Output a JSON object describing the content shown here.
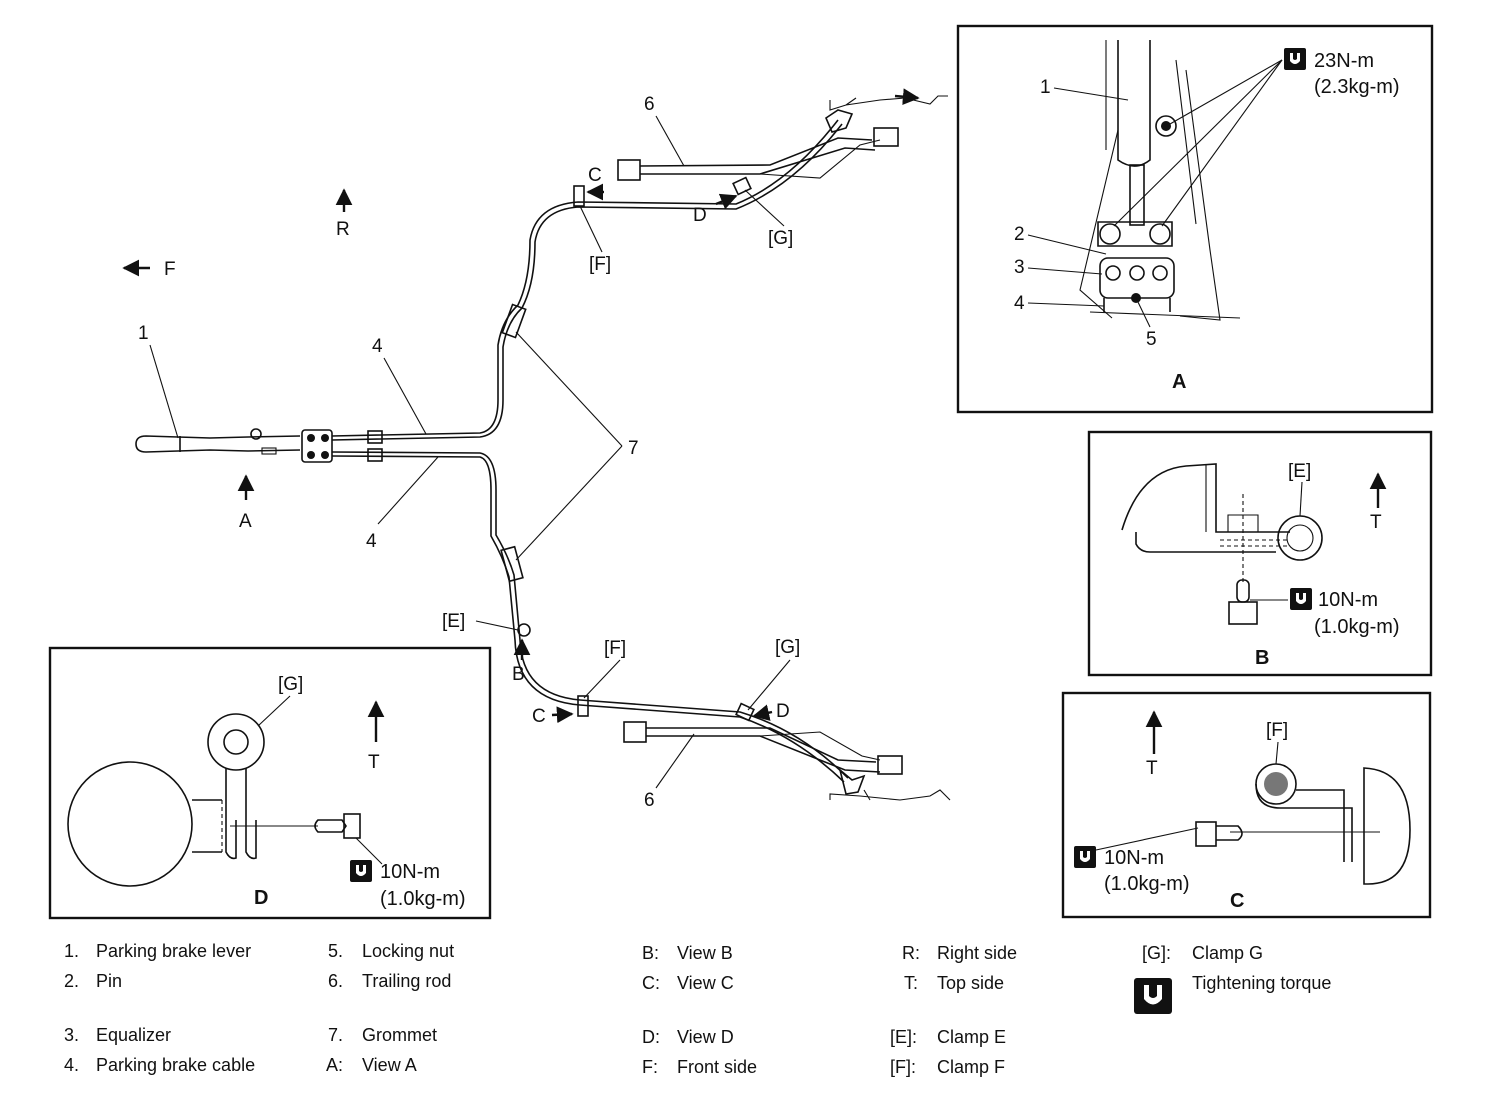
{
  "labels": {
    "n1": "1",
    "n2": "2",
    "n3": "3",
    "n4": "4",
    "n5": "5",
    "n6": "6",
    "n7": "7",
    "A": "A",
    "B": "B",
    "C": "C",
    "D": "D",
    "E": "[E]",
    "F": "[F]",
    "G": "[G]",
    "R": "R",
    "Fdir": "F",
    "T": "T"
  },
  "torques": {
    "a_nm": "23N-m",
    "a_kgm": "(2.3kg-m)",
    "b_nm": "10N-m",
    "b_kgm": "(1.0kg-m)",
    "c_nm": "10N-m",
    "c_kgm": "(1.0kg-m)",
    "d_nm": "10N-m",
    "d_kgm": "(1.0kg-m)"
  },
  "legend": [
    {
      "key": "1.",
      "value": "Parking brake lever"
    },
    {
      "key": "2.",
      "value": "Pin"
    },
    {
      "key": "3.",
      "value": "Equalizer"
    },
    {
      "key": "4.",
      "value": "Parking brake cable"
    },
    {
      "key": "5.",
      "value": "Locking nut"
    },
    {
      "key": "6.",
      "value": "Trailing rod"
    },
    {
      "key": "7.",
      "value": "Grommet"
    },
    {
      "key": "A:",
      "value": "View A"
    },
    {
      "key": "B:",
      "value": "View B"
    },
    {
      "key": "C:",
      "value": "View C"
    },
    {
      "key": "D:",
      "value": "View D"
    },
    {
      "key": "F:",
      "value": "Front side"
    },
    {
      "key": "R:",
      "value": "Right side"
    },
    {
      "key": "T:",
      "value": "Top side"
    },
    {
      "key": "[E]:",
      "value": "Clamp E"
    },
    {
      "key": "[F]:",
      "value": "Clamp F"
    },
    {
      "key": "[G]:",
      "value": "Clamp G"
    },
    {
      "key": "",
      "value": "Tightening torque"
    }
  ],
  "icons": {
    "torque": "torque-wrench-icon"
  }
}
